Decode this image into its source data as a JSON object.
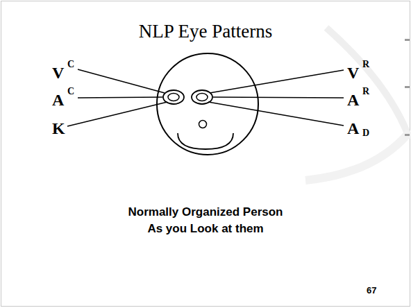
{
  "diagram": {
    "title": "NLP Eye Patterns",
    "labels": [
      "V",
      "C",
      "A",
      "C",
      "K",
      "V",
      "R",
      "A",
      "R",
      "A",
      "D",
      "Normally Organized Person",
      "As you Look at them",
      "67"
    ]
  }
}
